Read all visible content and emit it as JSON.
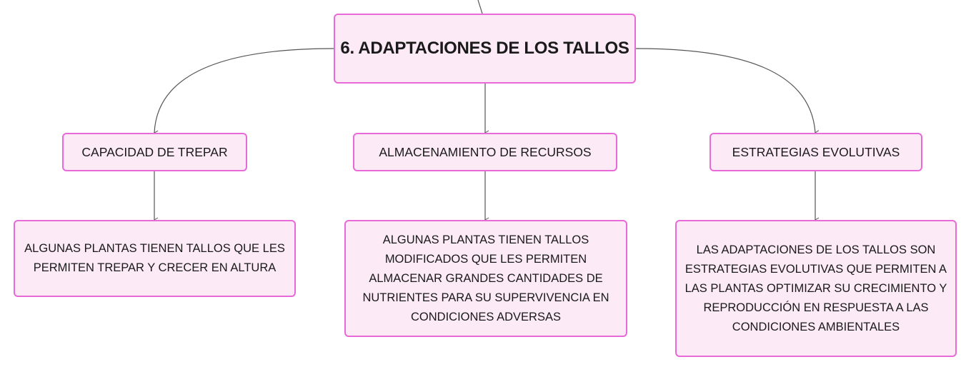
{
  "diagram": {
    "root": {
      "label": "6. ADAPTACIONES DE LOS TALLOS"
    },
    "categories": [
      {
        "label": "CAPACIDAD DE TREPAR",
        "detail": "ALGUNAS PLANTAS TIENEN TALLOS QUE LES PERMITEN TREPAR Y CRECER EN ALTURA"
      },
      {
        "label": "ALMACENAMIENTO DE RECURSOS",
        "detail": "ALGUNAS PLANTAS TIENEN TALLOS MODIFICADOS QUE LES PERMITEN ALMACENAR GRANDES CANTIDADES DE NUTRIENTES PARA SU SUPERVIVENCIA EN CONDICIONES ADVERSAS"
      },
      {
        "label": "ESTRATEGIAS EVOLUTIVAS",
        "detail": "LAS ADAPTACIONES DE LOS TALLOS SON ESTRATEGIAS EVOLUTIVAS QUE PERMITEN A LAS PLANTAS OPTIMIZAR SU CRECIMIENTO Y REPRODUCCIÓN EN RESPUESTA A LAS CONDICIONES AMBIENTALES"
      }
    ]
  },
  "colors": {
    "node_fill": "#fceaf7",
    "node_border": "#e86ad8",
    "connector": "#555555",
    "text": "#1a1a1a"
  }
}
